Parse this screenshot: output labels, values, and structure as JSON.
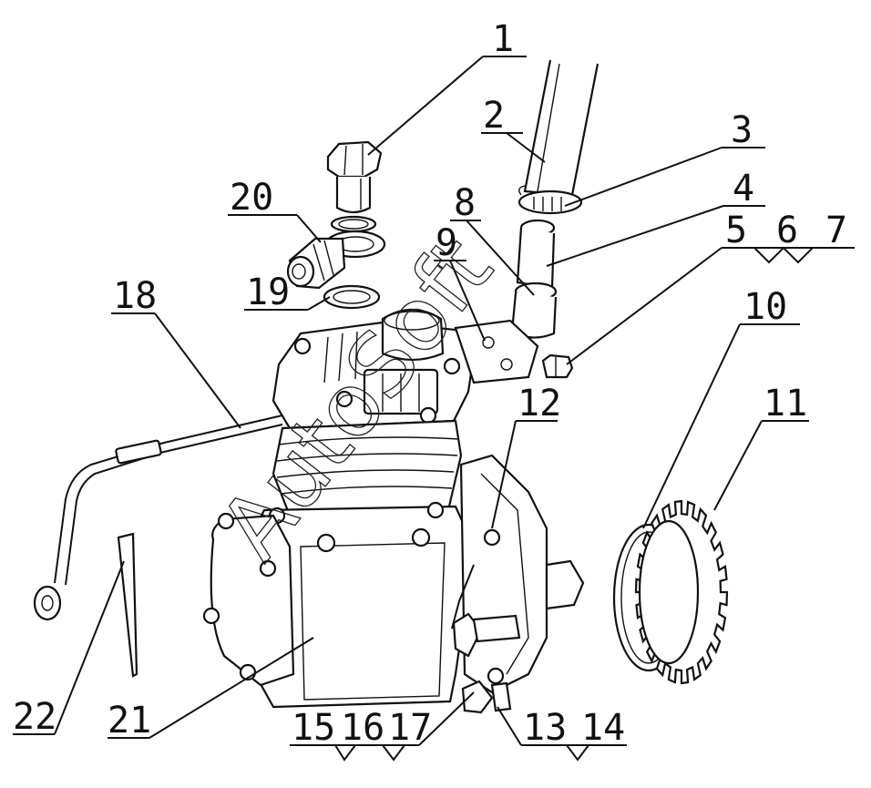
{
  "watermark": "AutoSoft",
  "callouts": [
    {
      "id": "c1",
      "text": "1"
    },
    {
      "id": "c2",
      "text": "2"
    },
    {
      "id": "c3",
      "text": "3"
    },
    {
      "id": "c4",
      "text": "4"
    },
    {
      "id": "c5",
      "text": "5"
    },
    {
      "id": "c6",
      "text": "6"
    },
    {
      "id": "c7",
      "text": "7"
    },
    {
      "id": "c8",
      "text": "8"
    },
    {
      "id": "c9",
      "text": "9"
    },
    {
      "id": "c10",
      "text": "10"
    },
    {
      "id": "c11",
      "text": "11"
    },
    {
      "id": "c12",
      "text": "12"
    },
    {
      "id": "c13",
      "text": "13"
    },
    {
      "id": "c14",
      "text": "14"
    },
    {
      "id": "c15",
      "text": "15"
    },
    {
      "id": "c16",
      "text": "16"
    },
    {
      "id": "c17",
      "text": "17"
    },
    {
      "id": "c18",
      "text": "18"
    },
    {
      "id": "c19",
      "text": "19"
    },
    {
      "id": "c20",
      "text": "20"
    },
    {
      "id": "c21",
      "text": "21"
    },
    {
      "id": "c22",
      "text": "22"
    }
  ]
}
